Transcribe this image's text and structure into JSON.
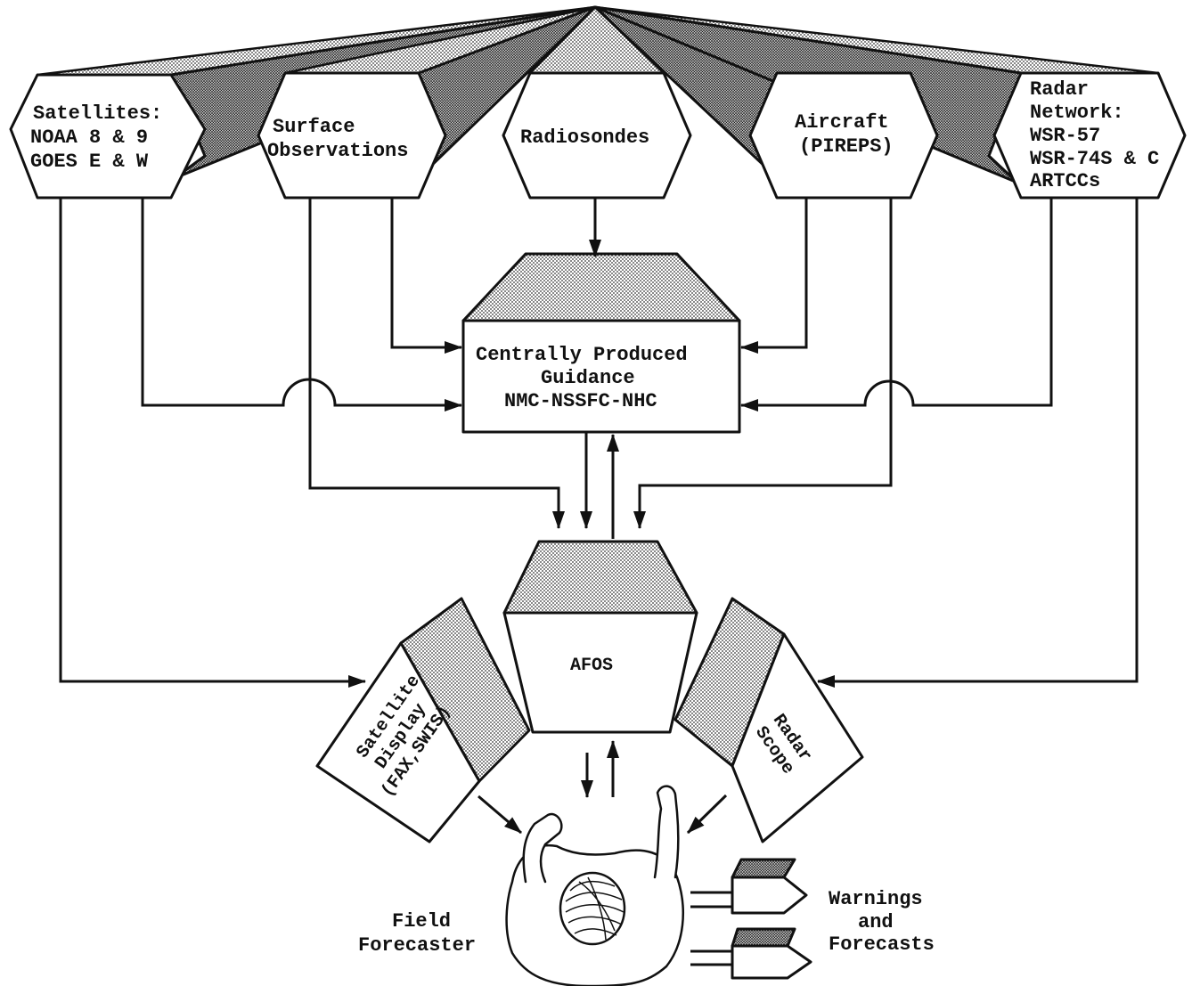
{
  "sources": {
    "satellites": {
      "line1": "Satellites:",
      "line2": "NOAA 8 & 9",
      "line3": "GOES E & W"
    },
    "surface": {
      "line1": "Surface",
      "line2": "Observations"
    },
    "radiosondes": {
      "line1": "Radiosondes"
    },
    "aircraft": {
      "line1": "Aircraft",
      "line2": "(PIREPS)"
    },
    "radar": {
      "line1": "Radar",
      "line2": "Network:",
      "line3": "WSR-57",
      "line4": "WSR-74S & C",
      "line5": "ARTCCs"
    }
  },
  "guidance": {
    "line1": "Centrally Produced",
    "line2": "Guidance",
    "line3": "NMC-NSSFC-NHC"
  },
  "afos": {
    "label": "AFOS"
  },
  "satellite_display": {
    "line1": "Satellite",
    "line2": "Display",
    "line3": "(FAX,SWIS)"
  },
  "radar_scope": {
    "line1": "Radar",
    "line2": "Scope"
  },
  "forecaster": {
    "line1": "Field",
    "line2": "Forecaster"
  },
  "outputs": {
    "line1": "Warnings",
    "line2": "and",
    "line3": "Forecasts"
  },
  "colors": {
    "ink": "#111111",
    "paper": "#ffffff",
    "stipple": "#9a9a9a"
  }
}
